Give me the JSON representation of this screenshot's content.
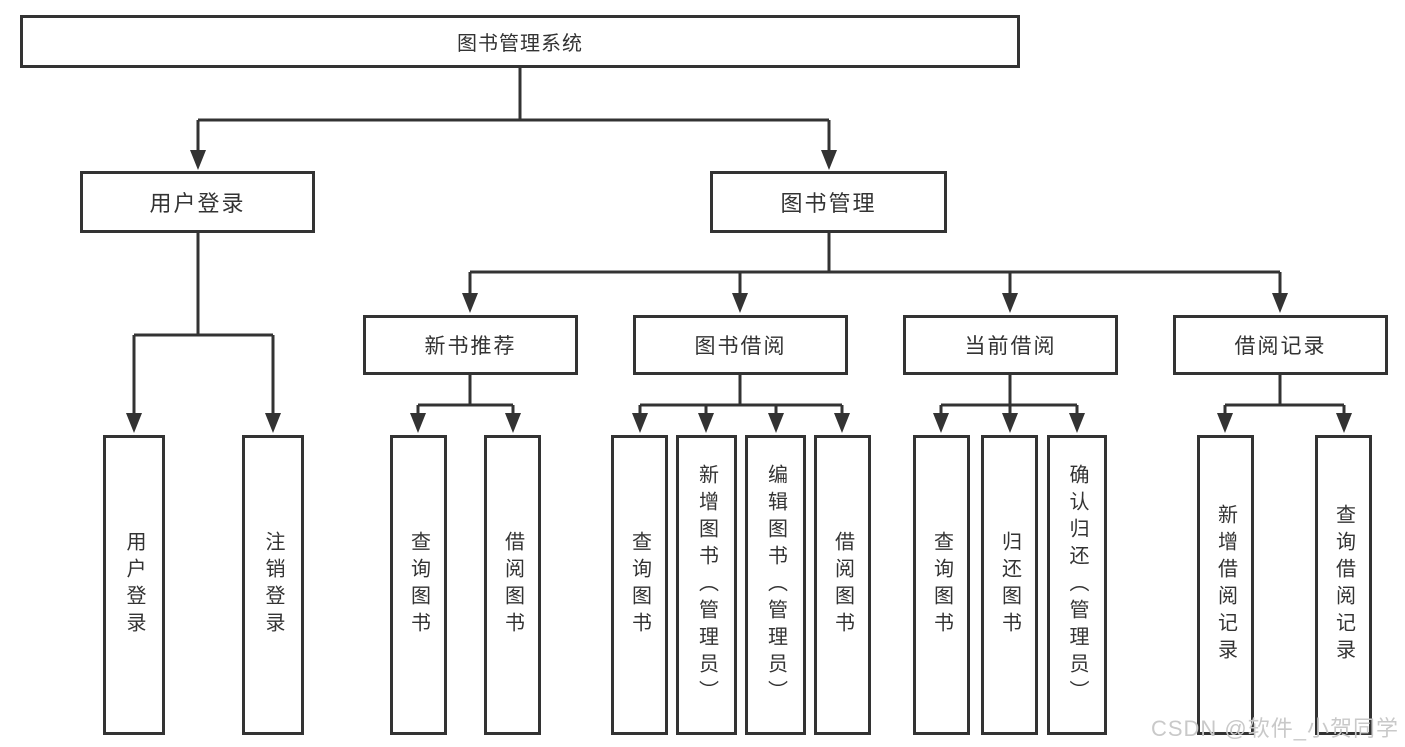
{
  "diagram": {
    "root": {
      "label": "图书管理系统"
    },
    "branches": [
      {
        "label": "用户登录",
        "children": [
          {
            "label": "用户登录"
          },
          {
            "label": "注销登录"
          }
        ]
      },
      {
        "label": "图书管理",
        "children": [
          {
            "label": "新书推荐",
            "children": [
              {
                "label": "查询图书"
              },
              {
                "label": "借阅图书"
              }
            ]
          },
          {
            "label": "图书借阅",
            "children": [
              {
                "label": "查询图书"
              },
              {
                "label": "新增图书（管理员）"
              },
              {
                "label": "编辑图书（管理员）"
              },
              {
                "label": "借阅图书"
              }
            ]
          },
          {
            "label": "当前借阅",
            "children": [
              {
                "label": "查询图书"
              },
              {
                "label": "归还图书"
              },
              {
                "label": "确认归还（管理员）"
              }
            ]
          },
          {
            "label": "借阅记录",
            "children": [
              {
                "label": "新增借阅记录"
              },
              {
                "label": "查询借阅记录"
              }
            ]
          }
        ]
      }
    ]
  },
  "watermark": {
    "text": "CSDN @软件_小贺同学"
  },
  "colors": {
    "line": "#333333",
    "box_border": "#333333",
    "box_fill": "#ffffff",
    "text": "#333333",
    "watermark": "#c9c9c9"
  }
}
